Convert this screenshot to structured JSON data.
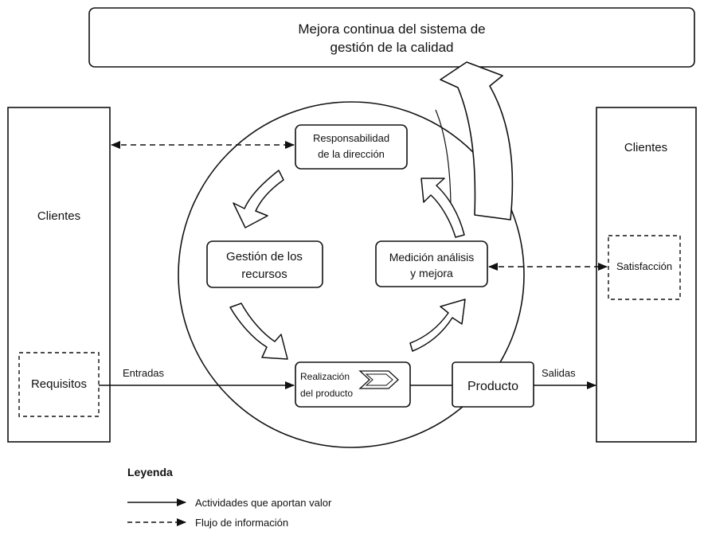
{
  "top_banner": {
    "line1": "Mejora continua del sistema de",
    "line2": "gestión de la calidad"
  },
  "left_panel": {
    "title": "Clientes",
    "requirements_label": "Requisitos",
    "input_label": "Entradas"
  },
  "right_panel": {
    "title": "Clientes",
    "satisfaction_label": "Satisfacción",
    "output_label": "Salidas"
  },
  "process": {
    "management": {
      "line1": "Responsabilidad",
      "line2": "de la dirección"
    },
    "resources": {
      "line1": "Gestión de los",
      "line2": "recursos"
    },
    "measurement": {
      "line1": "Medición análisis",
      "line2": "y mejora"
    },
    "realization": {
      "line1": "Realización",
      "line2": "del producto"
    }
  },
  "product_label": "Producto",
  "legend": {
    "title": "Leyenda",
    "value_activities": "Actividades que aportan valor",
    "information_flow": "Flujo de información"
  }
}
